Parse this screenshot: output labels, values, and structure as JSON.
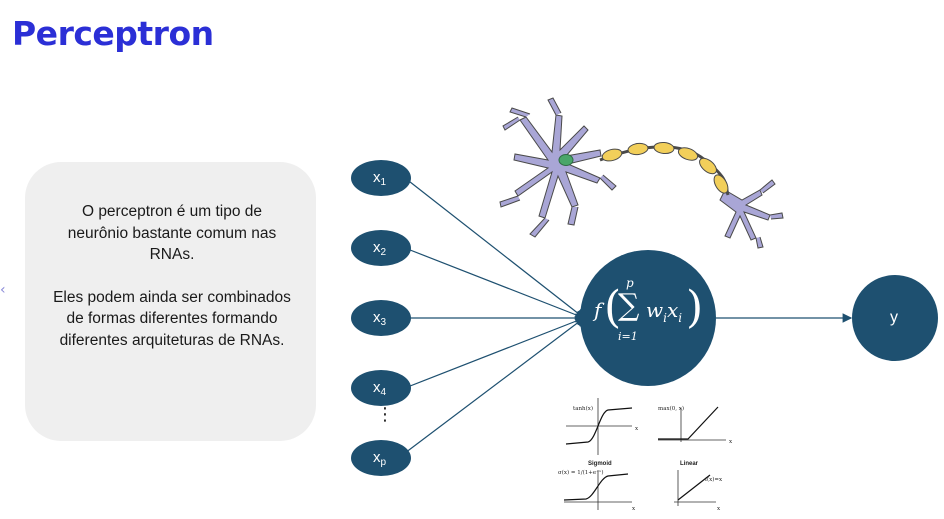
{
  "header": {
    "title": "Perceptron"
  },
  "side_arrow": "‹",
  "card": {
    "paragraph1": "O perceptron é um tipo de neurônio bastante comum nas RNAs.",
    "paragraph2": "Eles podem ainda ser combinados de formas diferentes formando diferentes arquiteturas de RNAs."
  },
  "inputs": [
    {
      "base": "x",
      "sub": "1"
    },
    {
      "base": "x",
      "sub": "2"
    },
    {
      "base": "x",
      "sub": "3"
    },
    {
      "base": "x",
      "sub": "4"
    },
    {
      "base": "x",
      "sub": "p"
    }
  ],
  "ellipsis": "⋮",
  "output": {
    "label": "y"
  },
  "formula": {
    "f": "f",
    "upper": "p",
    "lower": "i=1",
    "term": "w",
    "term_sub": "i",
    "term2": "x",
    "term2_sub": "i"
  },
  "activations": {
    "tanh": {
      "fn": "tanh(x)",
      "axis": "x"
    },
    "relu": {
      "fn": "max(0, x)",
      "axis": "x"
    },
    "sigmoid": {
      "name": "Sigmoid",
      "fn": "σ(x) = 1/(1+e⁻ˣ)",
      "axis": "x"
    },
    "linear": {
      "name": "Linear",
      "fn": "f(x)=x",
      "axis": "x"
    }
  },
  "colors": {
    "node": "#1e5070",
    "title": "#2b2fd6",
    "card": "#efefef",
    "neuron_body": "#a9a6d6",
    "neuron_outline": "#4a4a4a",
    "nucleus": "#4aa66a",
    "myelin": "#f2cf5a"
  }
}
